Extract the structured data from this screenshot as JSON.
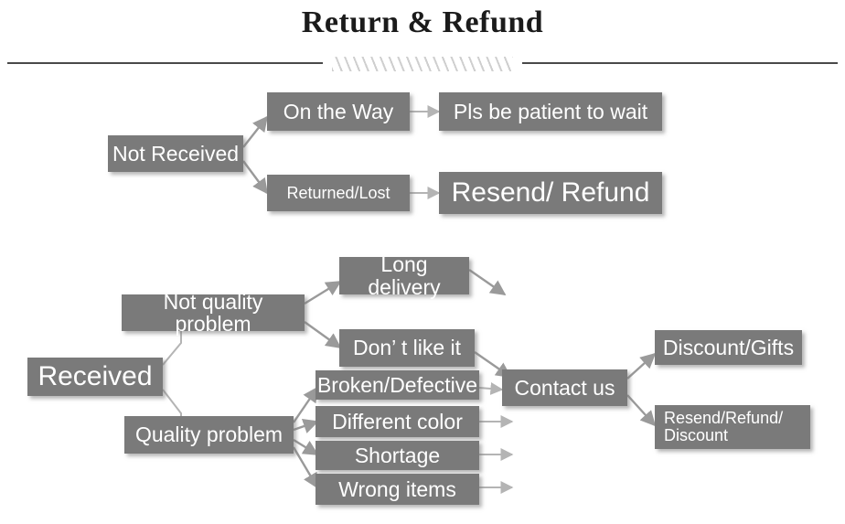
{
  "header": {
    "title": "Return & Refund",
    "divider_hatch": "diagonal-hatch"
  },
  "colors": {
    "box_fill": "#7a7a7a",
    "box_text": "#ffffff",
    "rule": "#4a4a4a",
    "arrow": "#9a9a9a",
    "hatch": "#cfcfcf",
    "background": "#ffffff"
  },
  "flow": {
    "branch_not_received": {
      "root": "Not Received",
      "steps": [
        {
          "cause": "On the Way",
          "result": "Pls be patient to wait"
        },
        {
          "cause": "Returned/Lost",
          "result": "Resend/ Refund"
        }
      ]
    },
    "branch_received": {
      "root": "Received",
      "categories": [
        {
          "label": "Not quality problem",
          "reasons": [
            "Long delivery",
            "Don’  t like it"
          ]
        },
        {
          "label": "Quality problem",
          "reasons": [
            "Broken/Defective",
            "Different color",
            "Shortage",
            "Wrong items"
          ]
        }
      ],
      "action": "Contact us",
      "outcomes": [
        "Discount/Gifts",
        "Resend/Refund/\nDiscount"
      ]
    }
  }
}
